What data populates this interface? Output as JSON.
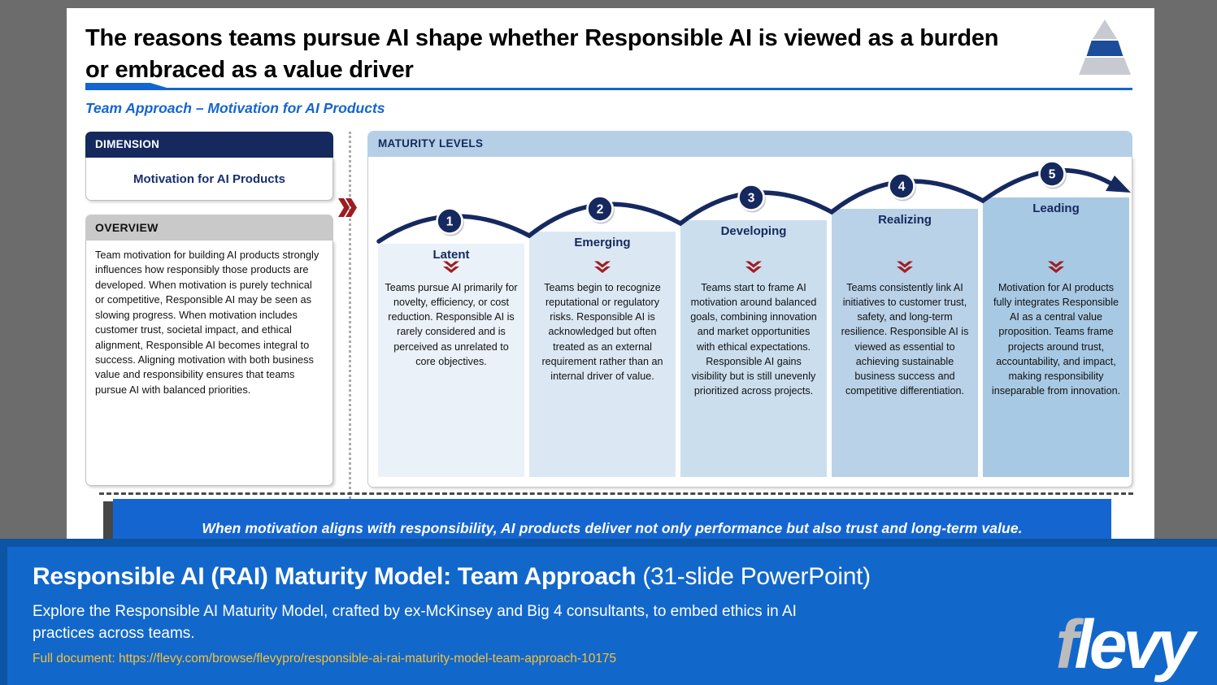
{
  "slide": {
    "title": "The reasons teams pursue AI shape whether Responsible AI is viewed as a burden or embraced as a value driver",
    "subtitle": "Team Approach – Motivation for AI Products",
    "dimension": {
      "header": "DIMENSION",
      "value": "Motivation for AI Products"
    },
    "overview": {
      "header": "OVERVIEW",
      "text": "Team motivation for building AI products strongly influences how responsibly those products are developed. When motivation is purely technical or competitive, Responsible AI may be seen as slowing progress. When motivation includes customer trust, societal impact, and ethical alignment, Responsible AI becomes integral to success. Aligning motivation with both business value and responsibility ensures that teams pursue AI with balanced priorities."
    },
    "maturity": {
      "header": "MATURITY LEVELS",
      "levels": [
        {
          "number": "1",
          "name": "Latent",
          "description": "Teams pursue AI primarily for novelty, efficiency, or cost reduction. Responsible AI is rarely considered and is perceived as unrelated to core objectives."
        },
        {
          "number": "2",
          "name": "Emerging",
          "description": "Teams begin to recognize reputational or regulatory risks. Responsible AI is acknowledged but often treated as an external requirement rather than an internal driver of value."
        },
        {
          "number": "3",
          "name": "Developing",
          "description": "Teams start to frame AI motivation around balanced goals, combining innovation and market opportunities with ethical expectations. Responsible AI gains visibility but is still unevenly prioritized across projects."
        },
        {
          "number": "4",
          "name": "Realizing",
          "description": "Teams consistently link AI initiatives to customer trust, safety, and long-term resilience. Responsible AI is viewed as essential to achieving sustainable business success and competitive differentiation."
        },
        {
          "number": "5",
          "name": "Leading",
          "description": "Motivation for AI products fully integrates Responsible AI as a central value proposition. Teams frame projects around trust, accountability, and impact, making responsibility inseparable from innovation."
        }
      ]
    },
    "banner": "When motivation aligns with responsibility, AI products deliver not only performance but also trust and long-term value."
  },
  "footer": {
    "title_bold": "Responsible AI (RAI) Maturity Model: Team Approach",
    "title_rest": " (31-slide PowerPoint)",
    "description": "Explore the Responsible AI Maturity Model, crafted by ex-McKinsey and Big 4 consultants, to embed ethics in AI practices across teams.",
    "link": "Full document: https://flevy.com/browse/flevypro/responsible-ai-rai-maturity-model-team-approach-10175",
    "logo_f": "f",
    "logo_rest": "levy"
  },
  "colors": {
    "accent_blue": "#1565d1",
    "navy": "#16295f",
    "maturity_header_bg": "#b5cfe7",
    "level_backgrounds": [
      "#eaf1f8",
      "#dbe8f4",
      "#cadeee",
      "#b9d2e8",
      "#a8c9e3"
    ],
    "red_chevron": "#a11d22",
    "overview_header_bg": "#c9c9c9",
    "footer_bg": "#1267cb",
    "footer_border": "#0c54a4",
    "link_yellow": "#f2c23d",
    "outer_background": "#6c6c6c"
  }
}
